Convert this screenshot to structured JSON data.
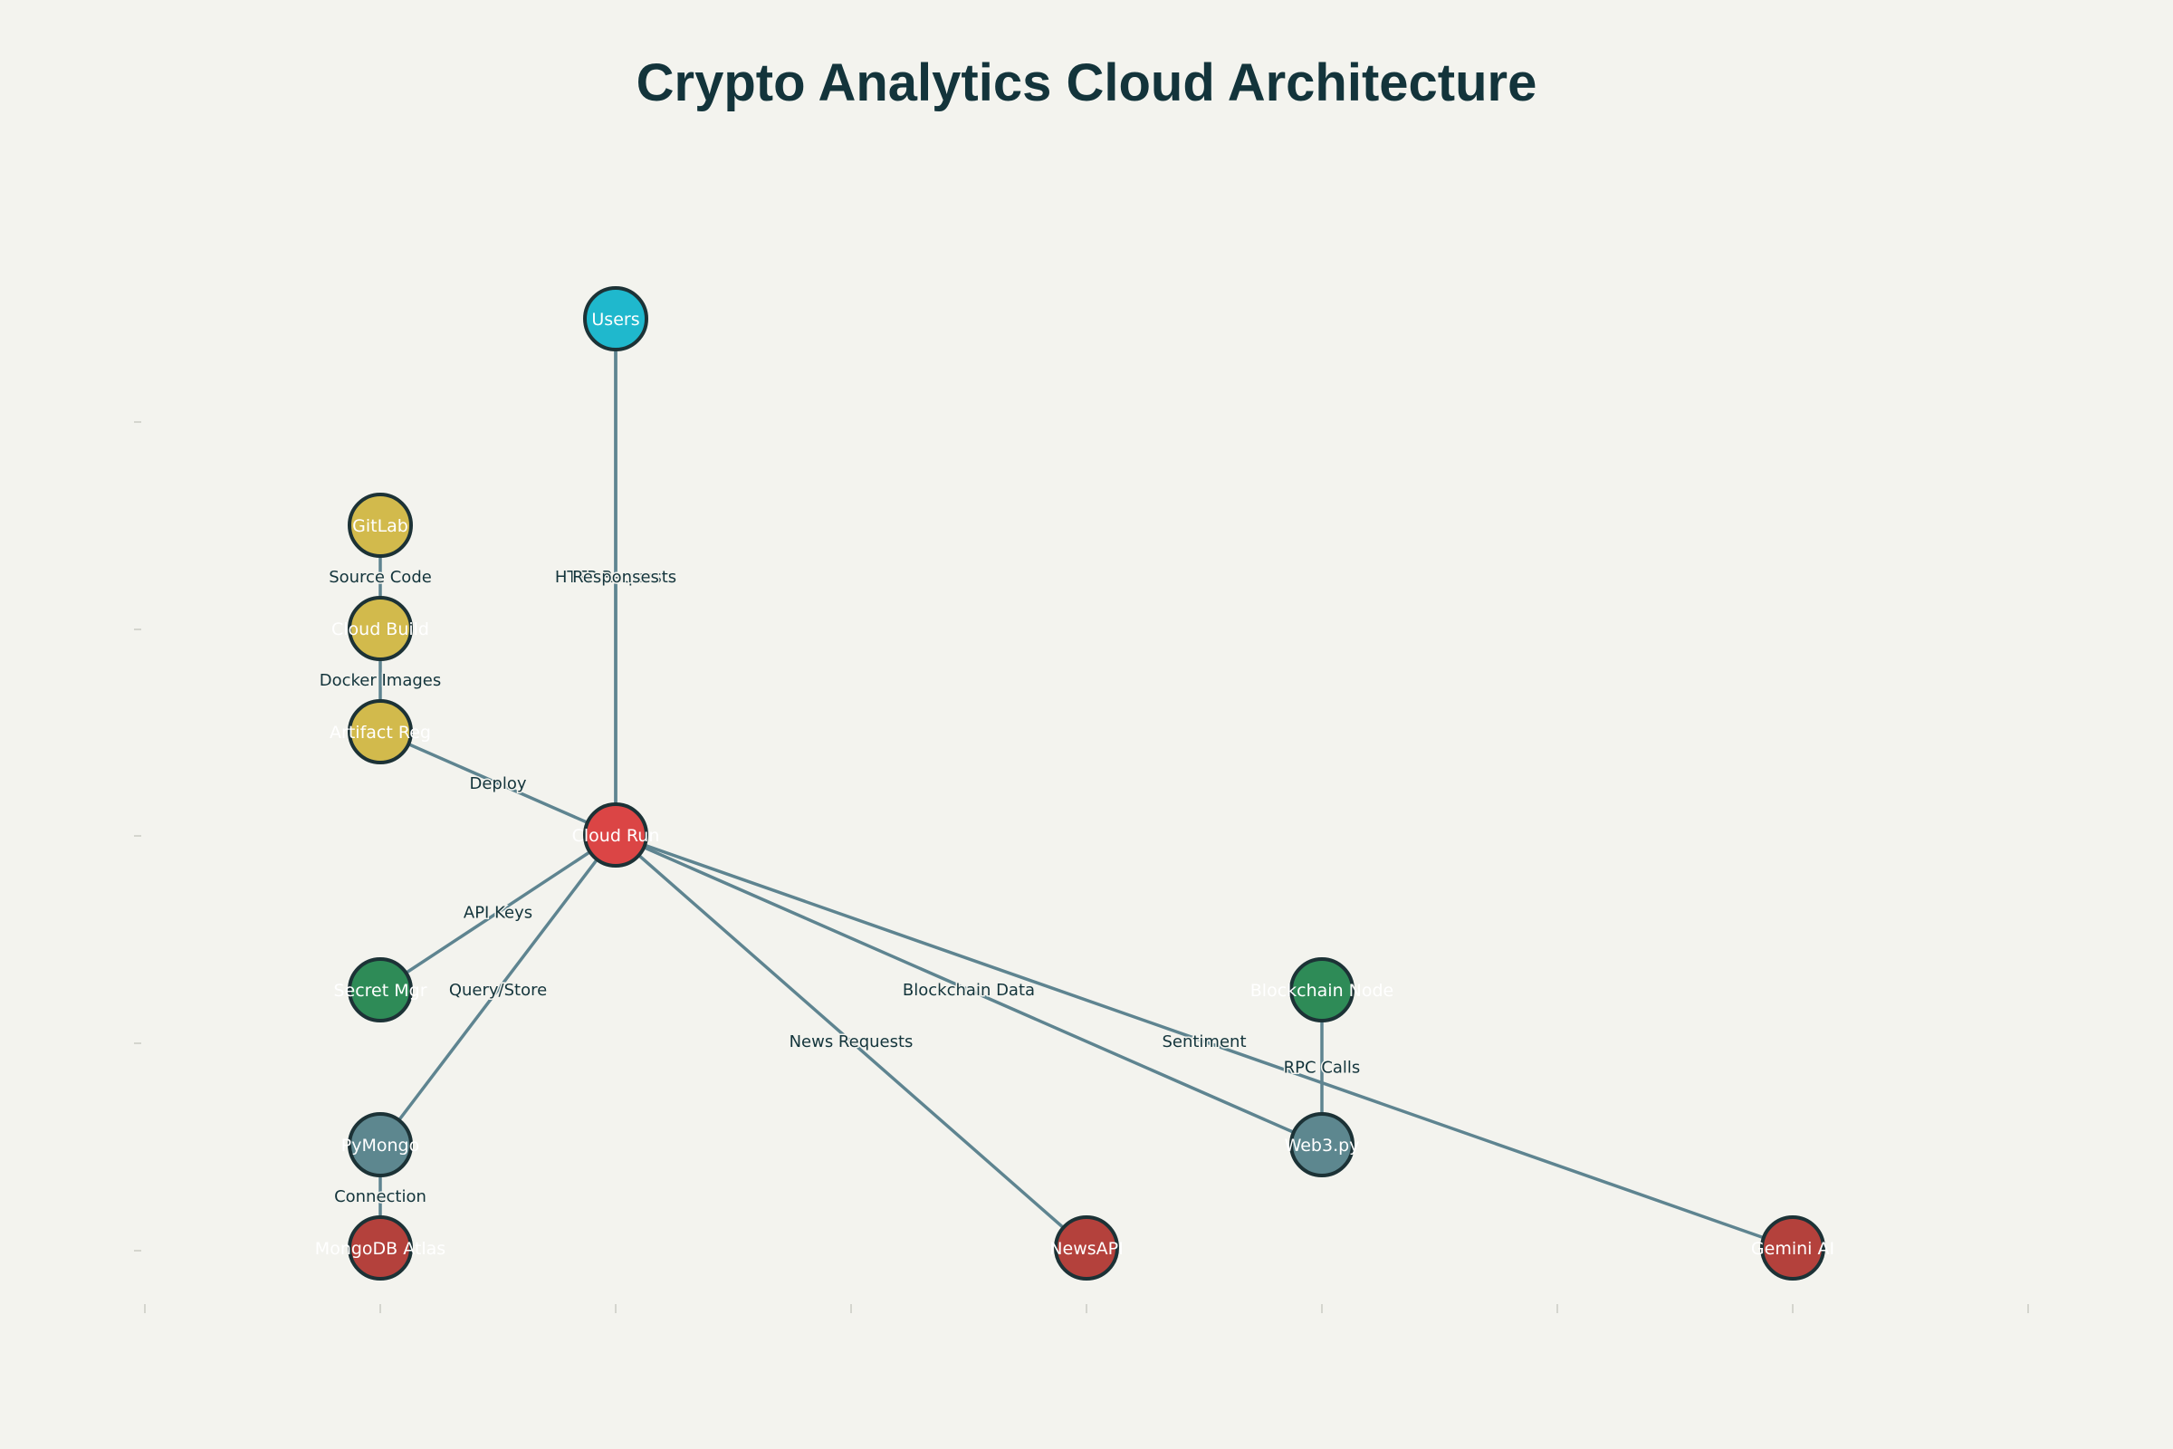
{
  "title": "Crypto Analytics Cloud Architecture",
  "colors": {
    "background": "#f3f3ee",
    "edge": "#5e8490",
    "node_stroke": "#1c3236",
    "title": "#13343b"
  },
  "nodes": [
    {
      "id": "users",
      "label": "Users",
      "color": "#1fb8cd",
      "col": 2,
      "row": 0
    },
    {
      "id": "gitlab",
      "label": "GitLab",
      "color": "#d2ba4c",
      "col": 1,
      "row": 1
    },
    {
      "id": "cloud-build",
      "label": "Cloud Build",
      "color": "#d2ba4c",
      "col": 1,
      "row": 1.5
    },
    {
      "id": "artifact-reg",
      "label": "Artifact Reg",
      "color": "#d2ba4c",
      "col": 1,
      "row": 2
    },
    {
      "id": "cloud-run",
      "label": "Cloud Run",
      "color": "#db4545",
      "col": 2,
      "row": 2.5
    },
    {
      "id": "secret-mgr",
      "label": "Secret Mgr",
      "color": "#2e8b57",
      "col": 1,
      "row": 3.25
    },
    {
      "id": "blockchain-node",
      "label": "Blockchain Node",
      "color": "#2e8b57",
      "col": 5,
      "row": 3.25
    },
    {
      "id": "pymongo",
      "label": "PyMongo",
      "color": "#5d878f",
      "col": 1,
      "row": 4
    },
    {
      "id": "web3py",
      "label": "Web3.py",
      "color": "#5d878f",
      "col": 5,
      "row": 4
    },
    {
      "id": "mongodb-atlas",
      "label": "MongoDB Atlas",
      "color": "#b4413c",
      "col": 1,
      "row": 4.5
    },
    {
      "id": "newsapi",
      "label": "NewsAPI",
      "color": "#b4413c",
      "col": 4,
      "row": 4.5
    },
    {
      "id": "gemini-ai",
      "label": "Gemini AI",
      "color": "#b4413c",
      "col": 7,
      "row": 4.5
    }
  ],
  "edges": [
    {
      "from": "users",
      "to": "cloud-run",
      "label": "HTTP Requests",
      "t": 0.5
    },
    {
      "from": "cloud-run",
      "to": "users",
      "label": "Responses",
      "t": 0.5
    },
    {
      "from": "gitlab",
      "to": "cloud-build",
      "label": "Source Code",
      "t": 0.5
    },
    {
      "from": "cloud-build",
      "to": "artifact-reg",
      "label": "Docker Images",
      "t": 0.5
    },
    {
      "from": "artifact-reg",
      "to": "cloud-run",
      "label": "Deploy",
      "t": 0.5
    },
    {
      "from": "cloud-run",
      "to": "secret-mgr",
      "label": "API Keys",
      "t": 0.5
    },
    {
      "from": "cloud-run",
      "to": "pymongo",
      "label": "Query/Store",
      "t": 0.5
    },
    {
      "from": "pymongo",
      "to": "mongodb-atlas",
      "label": "Connection",
      "t": 0.5
    },
    {
      "from": "cloud-run",
      "to": "newsapi",
      "label": "News Requests",
      "t": 0.5
    },
    {
      "from": "cloud-run",
      "to": "web3py",
      "label": "Blockchain Data",
      "t": 0.5
    },
    {
      "from": "web3py",
      "to": "blockchain-node",
      "label": "RPC Calls",
      "t": 0.5
    },
    {
      "from": "cloud-run",
      "to": "gemini-ai",
      "label": "Sentiment",
      "t": 0.5
    }
  ]
}
